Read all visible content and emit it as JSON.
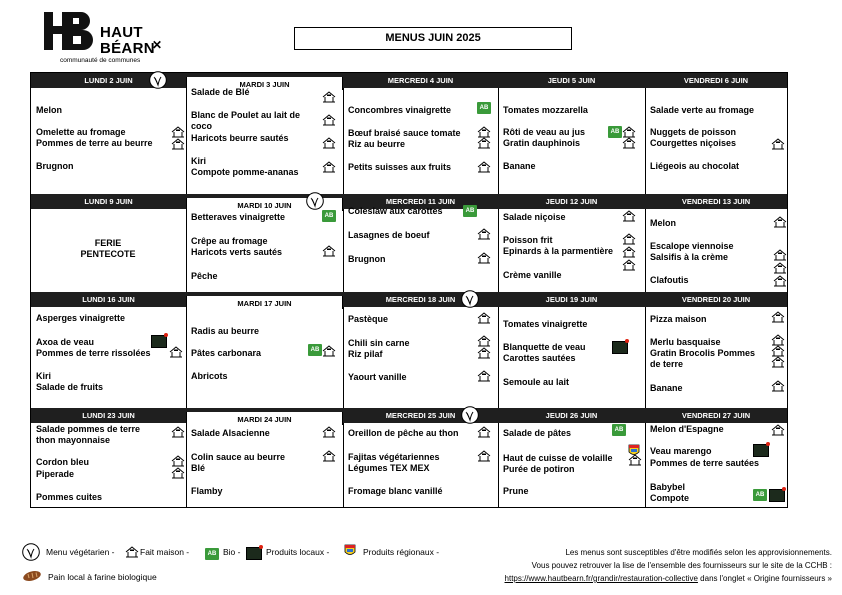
{
  "header": {
    "logo_line1": "HAUT",
    "logo_line2": "BÉARN",
    "logo_sub": "communauté de communes",
    "title": "MENUS JUIN 2025"
  },
  "weeks": [
    {
      "days": [
        "LUNDI 2 JUIN",
        "MARDI 3 JUIN",
        "MERCREDI 4 JUIN",
        "JEUDI 5 JUIN",
        "VENDREDI 6 JUIN"
      ],
      "cols": [
        [
          "Melon",
          "Omelette au fromage",
          "Pommes de terre au beurre",
          "Brugnon"
        ],
        [
          "Salade de Blé",
          "Blanc de Poulet au lait de",
          "coco",
          "Haricots beurre sautés",
          "Kiri",
          "Compote pomme-ananas"
        ],
        [
          "Concombres vinaigrette",
          "Bœuf braisé sauce tomate",
          "Riz au beurre",
          "Petits suisses aux fruits"
        ],
        [
          "Tomates mozzarella",
          "Rôti de veau au jus",
          "Gratin dauphinois",
          "Banane"
        ],
        [
          "Salade verte au fromage",
          "Nuggets de poisson",
          "Courgettes niçoises",
          "Liégeois au chocolat"
        ]
      ]
    },
    {
      "days": [
        "LUNDI 9 JUIN",
        "MARDI 10 JUIN",
        "MERCREDI 11 JUIN",
        "JEUDI 12 JUIN",
        "VENDREDI 13 JUIN"
      ],
      "ferie": [
        "FERIE",
        "PENTECOTE"
      ],
      "cols": [
        [],
        [
          "Betteraves vinaigrette",
          "Crêpe au fromage",
          "Haricots verts sautés",
          "Pêche"
        ],
        [
          "Coleslaw aux carottes",
          "Lasagnes de boeuf",
          "Brugnon"
        ],
        [
          "Salade niçoise",
          "Poisson frit",
          "Epinards à la parmentière",
          "Crème vanille"
        ],
        [
          "Melon",
          "Escalope viennoise",
          "Salsifis à la crème",
          "Clafoutis"
        ]
      ]
    },
    {
      "days": [
        "LUNDI 16 JUIN",
        "MARDI 17 JUIN",
        "MERCREDI 18 JUIN",
        "JEUDI 19 JUIN",
        "VENDREDI 20 JUIN"
      ],
      "cols": [
        [
          "Asperges vinaigrette",
          "Axoa de veau",
          "Pommes de terre rissolées",
          "Kiri",
          "Salade de fruits"
        ],
        [
          "Radis au beurre",
          "Pâtes carbonara",
          "Abricots"
        ],
        [
          "Pastèque",
          "Chili sin carne",
          "Riz pilaf",
          "Yaourt vanille"
        ],
        [
          "Tomates vinaigrette",
          "Blanquette de veau",
          "Carottes sautées",
          "Semoule au lait"
        ],
        [
          "Pizza maison",
          "Merlu basquaise",
          "Gratin Brocolis Pommes",
          "de terre",
          "Banane"
        ]
      ]
    },
    {
      "days": [
        "LUNDI 23 JUIN",
        "MARDI 24 JUIN",
        "MERCREDI 25 JUIN",
        "JEUDI 26 JUIN",
        "VENDREDI 27 JUIN"
      ],
      "cols": [
        [
          "Salade pommes de terre",
          "thon mayonnaise",
          "Cordon bleu",
          "Piperade",
          "Pommes cuites"
        ],
        [
          "Salade Alsacienne",
          "Colin sauce au beurre",
          "Blé",
          "Flamby"
        ],
        [
          "Oreillon de pêche au thon",
          "Fajitas végétariennes",
          "Légumes TEX MEX",
          "Fromage blanc vanillé"
        ],
        [
          "Salade de pâtes",
          "Haut de cuisse de volaille",
          "Purée de potiron",
          "Prune"
        ],
        [
          "Melon d'Espagne",
          "Veau marengo",
          "Pommes de terre sautées",
          "Babybel",
          "Compote"
        ]
      ]
    }
  ],
  "icons": {
    "ab_text": "AB",
    "veg": "vegetarian-icon",
    "home": "homemade-icon",
    "bio": "organic-ab-icon",
    "local": "local-product-icon",
    "regional": "regional-product-icon",
    "bread": "bread-icon",
    "colors": {
      "bio_green": "#3a9a3a",
      "header_dark": "#1f1f1f"
    }
  },
  "legend": {
    "veg": "Menu végétarien -",
    "home": "Fait maison -",
    "bio": "Bio -",
    "local": "Produits locaux -",
    "regional": "Produits régionaux -",
    "bread": "Pain local à farine biologique"
  },
  "footnote": {
    "line1": "Les menus sont susceptibles d'être modifiés selon les approvisionnements.",
    "line2": "Vous pouvez retrouver la lise de l'ensemble des fournisseurs sur le site de la CCHB :",
    "link": "https://www.hautbearn.fr/grandir/restauration-collective",
    "line3_suffix": " dans l'onglet « Origine fournisseurs »"
  }
}
